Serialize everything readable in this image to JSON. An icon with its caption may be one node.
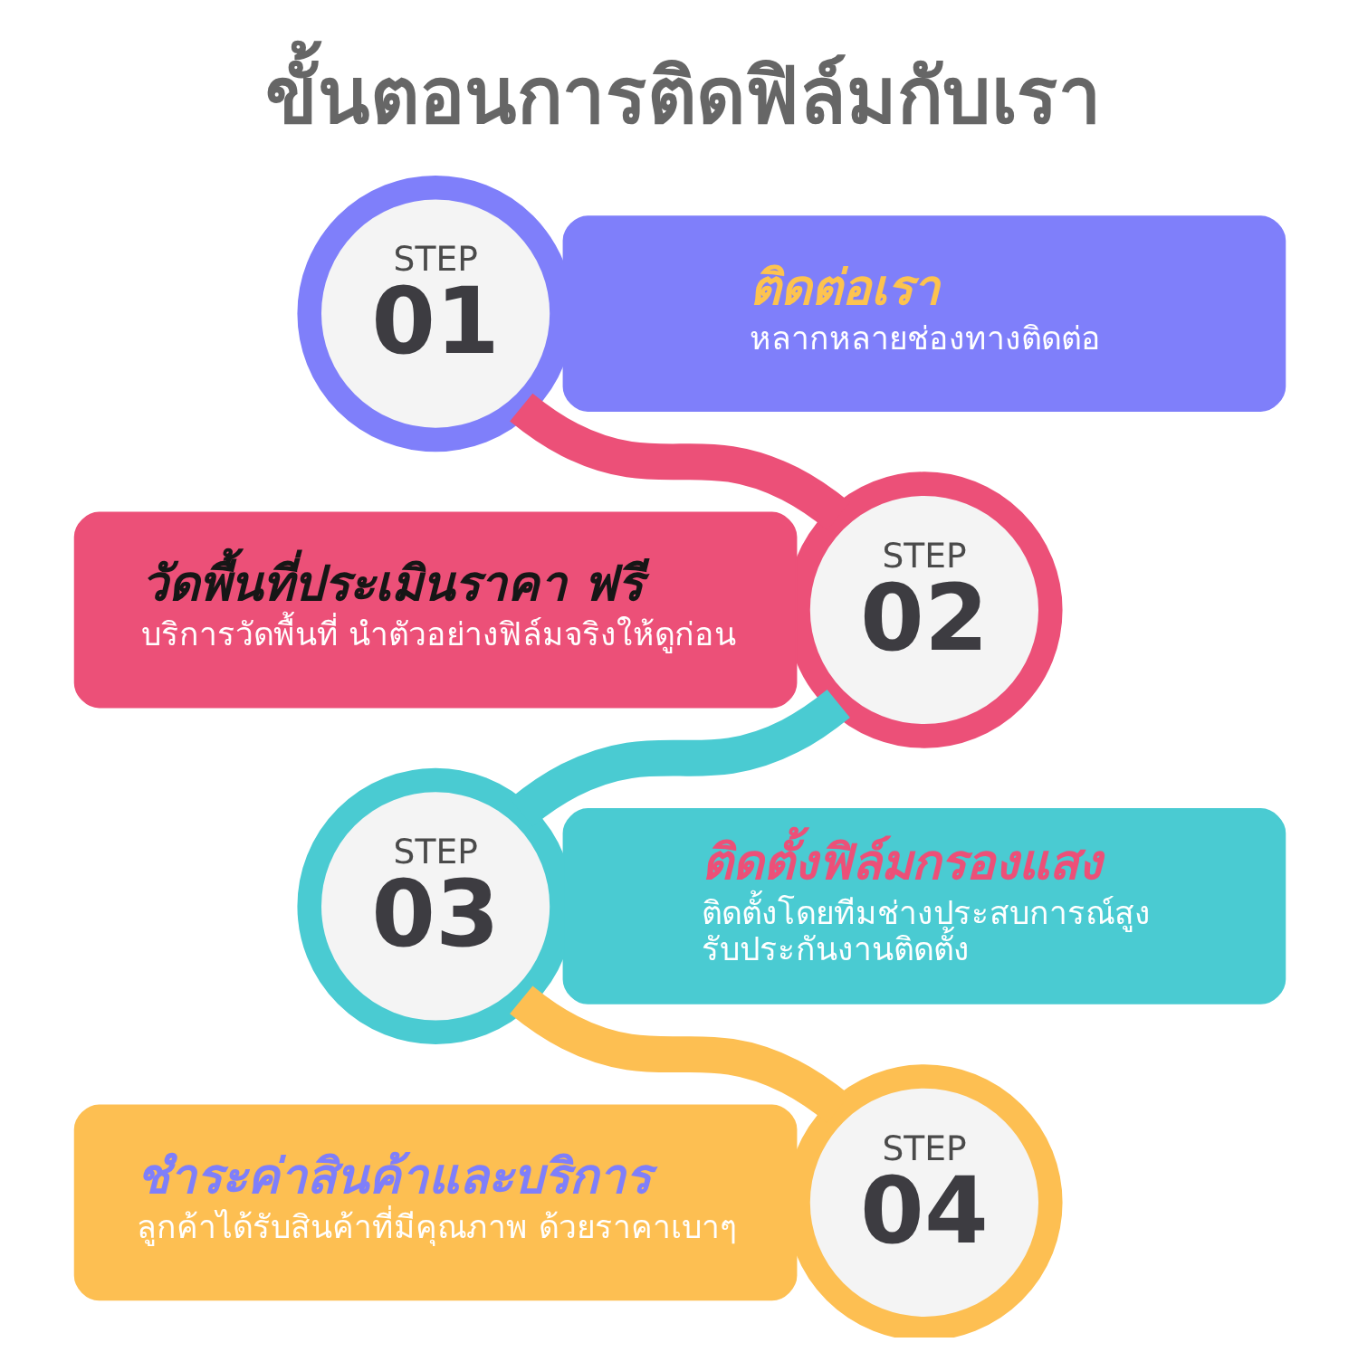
{
  "diagram": {
    "title": "ขั้นตอนการติดฟิล์มกับเรา",
    "nodes": [
      {
        "text": [
          "STEP",
          "01"
        ]
      },
      {
        "text": [
          "ติดต่อเรา",
          "หลากหลายช่องทางติดต่อ"
        ]
      },
      {
        "text": [
          "วัดพื้นที่ประเมินราคา ฟรี",
          "บริการวัดพื้นที่ นำตัวอย่างฟิล์มจริงให้ดูก่อน"
        ]
      },
      {
        "text": [
          "STEP",
          "02"
        ]
      },
      {
        "text": [
          "STEP",
          "03"
        ]
      },
      {
        "text": [
          "ติดตั้งฟิล์มกรองแสง",
          "ติดตั้งโดยทีมช่างประสบการณ์สูง รับประกันงานติดตั้ง"
        ]
      },
      {
        "text": [
          "ชำระค่าสินค้าและบริการ",
          "ลูกค้าได้รับสินค้าที่มีคุณภาพ ด้วยราคาเบาๆ"
        ]
      },
      {
        "text": [
          "STEP",
          "04"
        ]
      }
    ],
    "edges": [
      {
        "from": 0,
        "to": 3,
        "arrow": "none",
        "color": "#ec5078"
      },
      {
        "from": 3,
        "to": 4,
        "arrow": "none",
        "color": "#4acbd2"
      },
      {
        "from": 4,
        "to": 7,
        "arrow": "none",
        "color": "#fdbf52"
      }
    ]
  }
}
